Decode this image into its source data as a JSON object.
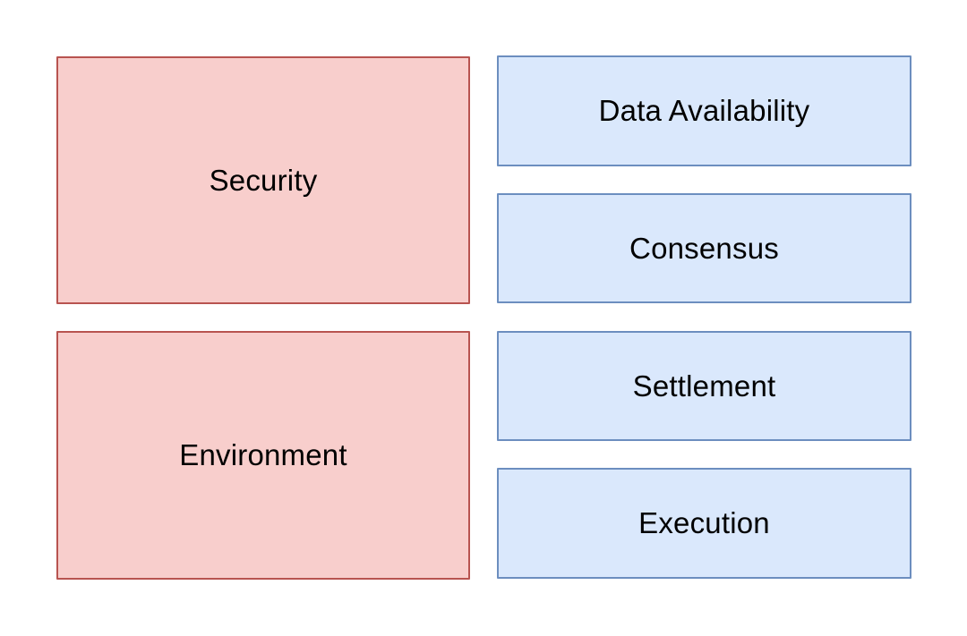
{
  "diagram": {
    "left_column": [
      {
        "label": "Security"
      },
      {
        "label": "Environment"
      }
    ],
    "right_column": [
      {
        "label": "Data Availability"
      },
      {
        "label": "Consensus"
      },
      {
        "label": "Settlement"
      },
      {
        "label": "Execution"
      }
    ],
    "colors": {
      "background": "#FFFFFF",
      "red_fill": "#F8CECC",
      "red_stroke": "#B85450",
      "blue_fill": "#DAE8FC",
      "blue_stroke": "#6C8EBF",
      "text": "#000000"
    }
  }
}
